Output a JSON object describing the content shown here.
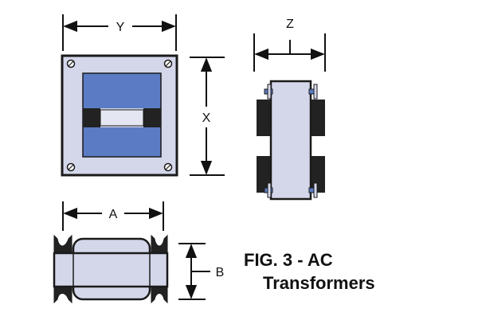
{
  "labels": {
    "y": "Y",
    "x": "X",
    "z": "Z",
    "a": "A",
    "b": "B"
  },
  "caption": {
    "title": "FIG. 3 -  AC",
    "subtitle": "Transformers"
  },
  "colors": {
    "frame": "#d4d7ea",
    "core": "#5b7cc4",
    "dark": "#222222",
    "outline": "#1a1a1a"
  }
}
